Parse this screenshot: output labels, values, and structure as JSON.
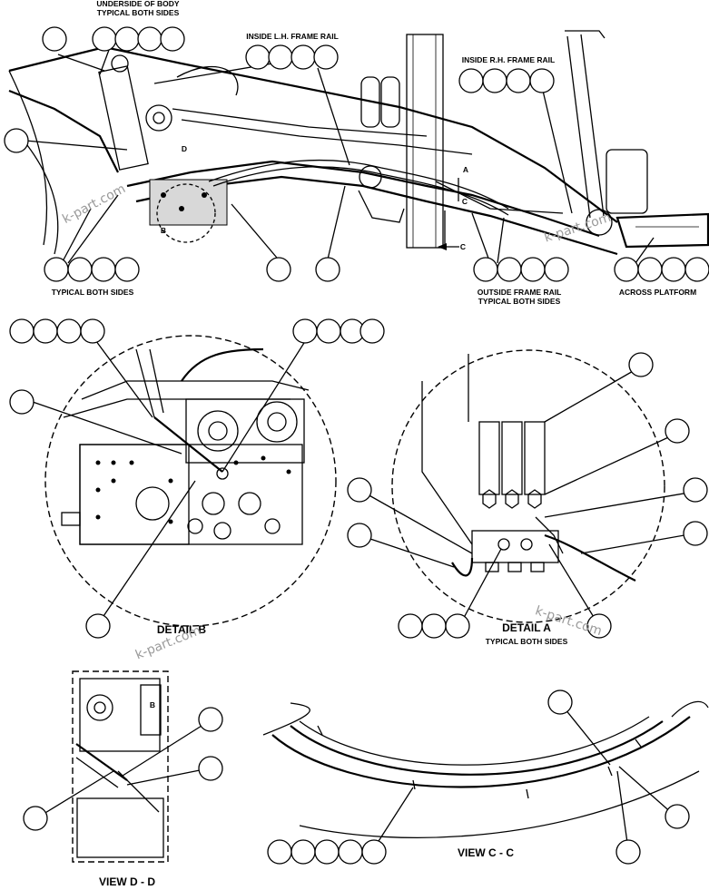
{
  "labels": {
    "underside_body": "UNDERSIDE OF BODY\nTYPICAL BOTH SIDES",
    "inside_lh": "INSIDE L.H. FRAME RAIL",
    "inside_rh": "INSIDE R.H. FRAME RAIL",
    "typical_both_sides": "TYPICAL BOTH SIDES",
    "outside_frame_rail": "OUTSIDE FRAME RAIL\nTYPICAL BOTH SIDES",
    "across_platform": "ACROSS PLATFORM",
    "detail_b": "DETAIL B",
    "detail_a": "DETAIL A",
    "detail_a_sub": "TYPICAL BOTH SIDES",
    "view_dd": "VIEW D - D",
    "view_cc": "VIEW C - C"
  },
  "markers": {
    "a": "A",
    "b": "B",
    "c": "C",
    "d": "D"
  },
  "watermark": "k-part.com"
}
